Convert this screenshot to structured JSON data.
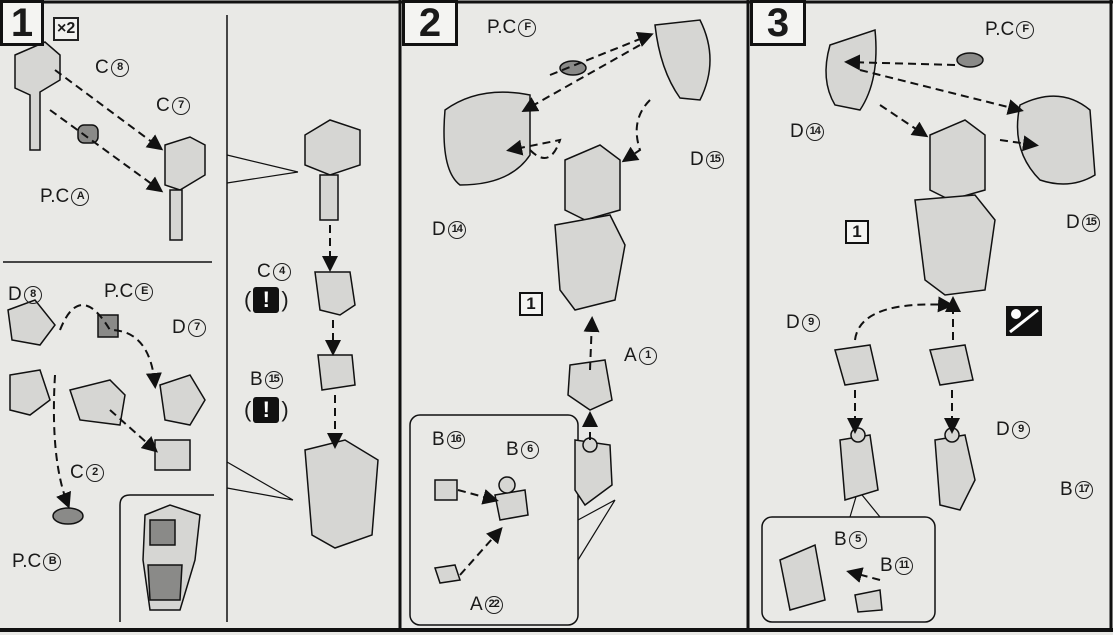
{
  "steps": [
    {
      "number": "1",
      "multiplier": "×2"
    },
    {
      "number": "2"
    },
    {
      "number": "3"
    }
  ],
  "warning_glyph": "!",
  "ref_box": "1",
  "labels": {
    "s1_c8": {
      "letter": "C",
      "num": "8"
    },
    "s1_c7": {
      "letter": "C",
      "num": "7"
    },
    "s1_pca": {
      "letter": "P.C",
      "num": "A"
    },
    "s1_d8": {
      "letter": "D",
      "num": "8"
    },
    "s1_pce": {
      "letter": "P.C",
      "num": "E"
    },
    "s1_d7": {
      "letter": "D",
      "num": "7"
    },
    "s1_c2": {
      "letter": "C",
      "num": "2"
    },
    "s1_pcb": {
      "letter": "P.C",
      "num": "B"
    },
    "s1_c4": {
      "letter": "C",
      "num": "4"
    },
    "s1_b15": {
      "letter": "B",
      "num": "15"
    },
    "s2_pcf": {
      "letter": "P.C",
      "num": "F"
    },
    "s2_d15": {
      "letter": "D",
      "num": "15"
    },
    "s2_d14": {
      "letter": "D",
      "num": "14"
    },
    "s2_a1": {
      "letter": "A",
      "num": "1"
    },
    "s2_b16": {
      "letter": "B",
      "num": "16"
    },
    "s2_b6": {
      "letter": "B",
      "num": "6"
    },
    "s2_a22": {
      "letter": "A",
      "num": "22"
    },
    "s3_pcf": {
      "letter": "P.C",
      "num": "F"
    },
    "s3_d14": {
      "letter": "D",
      "num": "14"
    },
    "s3_d15": {
      "letter": "D",
      "num": "15"
    },
    "s3_d9a": {
      "letter": "D",
      "num": "9"
    },
    "s3_d9b": {
      "letter": "D",
      "num": "9"
    },
    "s3_b17": {
      "letter": "B",
      "num": "17"
    },
    "s3_b5": {
      "letter": "B",
      "num": "5"
    },
    "s3_b11": {
      "letter": "B",
      "num": "11"
    }
  },
  "colors": {
    "paper": "#e9e9e6",
    "ink": "#111111",
    "part_fill": "#d6d6d3",
    "part_dark": "#8a8a88"
  }
}
